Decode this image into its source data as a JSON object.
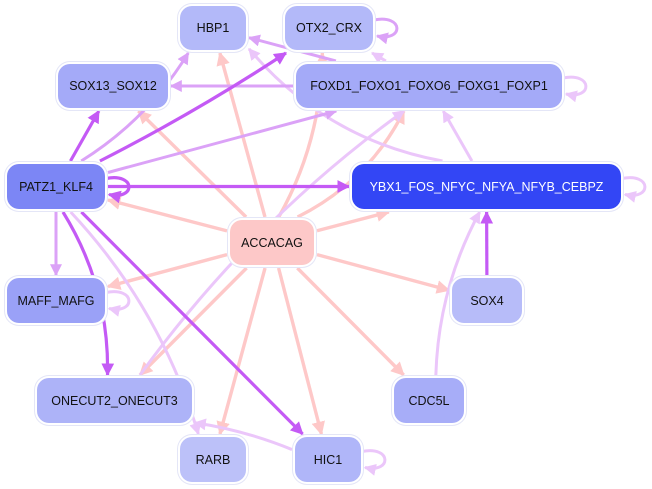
{
  "diagram": {
    "type": "gene-regulatory-network",
    "nodes": [
      {
        "id": "HBP1",
        "label": "HBP1",
        "fill": "#b3b9f9",
        "text": "#111111"
      },
      {
        "id": "OTX2_CRX",
        "label": "OTX2_CRX",
        "fill": "#b3b9f9",
        "text": "#111111"
      },
      {
        "id": "SOX13_SOX12",
        "label": "SOX13_SOX12",
        "fill": "#a4aaf8",
        "text": "#111111"
      },
      {
        "id": "FOXD1",
        "label": "FOXD1_FOXO1_FOXO6_FOXG1_FOXP1",
        "fill": "#a4aaf8",
        "text": "#111111"
      },
      {
        "id": "PATZ1_KLF4",
        "label": "PATZ1_KLF4",
        "fill": "#7c86f5",
        "text": "#111111"
      },
      {
        "id": "YBX1",
        "label": "YBX1_FOS_NFYC_NFYA_NFYB_CEBPZ",
        "fill": "#3346f5",
        "text": "#ffffff"
      },
      {
        "id": "ACCACAG",
        "label": "ACCACAG",
        "fill": "#fdc8c8",
        "text": "#111111"
      },
      {
        "id": "MAFF_MAFG",
        "label": "MAFF_MAFG",
        "fill": "#9aa1f7",
        "text": "#111111"
      },
      {
        "id": "SOX4",
        "label": "SOX4",
        "fill": "#b7bcf9",
        "text": "#111111"
      },
      {
        "id": "ONECUT2_ONECUT3",
        "label": "ONECUT2_ONECUT3",
        "fill": "#adb3f8",
        "text": "#111111"
      },
      {
        "id": "CDC5L",
        "label": "CDC5L",
        "fill": "#a7adf8",
        "text": "#111111"
      },
      {
        "id": "RARB",
        "label": "RARB",
        "fill": "#bcc1f9",
        "text": "#111111"
      },
      {
        "id": "HIC1",
        "label": "HIC1",
        "fill": "#b0b6f9",
        "text": "#111111"
      }
    ],
    "edge_colors": {
      "strong": "#c45af5",
      "medium": "#dba2f7",
      "weak": "#ebc6fa",
      "motif": "#fec8c8"
    },
    "edges": [
      {
        "from": "ACCACAG",
        "to": "HBP1",
        "kind": "motif"
      },
      {
        "from": "ACCACAG",
        "to": "OTX2_CRX",
        "kind": "motif"
      },
      {
        "from": "ACCACAG",
        "to": "SOX13_SOX12",
        "kind": "motif"
      },
      {
        "from": "ACCACAG",
        "to": "FOXD1",
        "kind": "motif"
      },
      {
        "from": "ACCACAG",
        "to": "PATZ1_KLF4",
        "kind": "motif"
      },
      {
        "from": "ACCACAG",
        "to": "YBX1",
        "kind": "motif"
      },
      {
        "from": "ACCACAG",
        "to": "MAFF_MAFG",
        "kind": "motif"
      },
      {
        "from": "ACCACAG",
        "to": "SOX4",
        "kind": "motif"
      },
      {
        "from": "ACCACAG",
        "to": "ONECUT2_ONECUT3",
        "kind": "motif"
      },
      {
        "from": "ACCACAG",
        "to": "CDC5L",
        "kind": "motif"
      },
      {
        "from": "ACCACAG",
        "to": "RARB",
        "kind": "motif"
      },
      {
        "from": "ACCACAG",
        "to": "HIC1",
        "kind": "motif"
      },
      {
        "from": "PATZ1_KLF4",
        "to": "PATZ1_KLF4",
        "kind": "strong"
      },
      {
        "from": "PATZ1_KLF4",
        "to": "SOX13_SOX12",
        "kind": "strong"
      },
      {
        "from": "PATZ1_KLF4",
        "to": "OTX2_CRX",
        "kind": "strong"
      },
      {
        "from": "PATZ1_KLF4",
        "to": "HBP1",
        "kind": "medium"
      },
      {
        "from": "PATZ1_KLF4",
        "to": "FOXD1",
        "kind": "medium"
      },
      {
        "from": "PATZ1_KLF4",
        "to": "YBX1",
        "kind": "strong"
      },
      {
        "from": "PATZ1_KLF4",
        "to": "MAFF_MAFG",
        "kind": "medium"
      },
      {
        "from": "PATZ1_KLF4",
        "to": "ONECUT2_ONECUT3",
        "kind": "strong"
      },
      {
        "from": "PATZ1_KLF4",
        "to": "HIC1",
        "kind": "strong"
      },
      {
        "from": "PATZ1_KLF4",
        "to": "RARB",
        "kind": "weak"
      },
      {
        "from": "FOXD1",
        "to": "FOXD1",
        "kind": "weak"
      },
      {
        "from": "FOXD1",
        "to": "SOX13_SOX12",
        "kind": "medium"
      },
      {
        "from": "FOXD1",
        "to": "HBP1",
        "kind": "medium"
      },
      {
        "from": "FOXD1",
        "to": "OTX2_CRX",
        "kind": "weak"
      },
      {
        "from": "OTX2_CRX",
        "to": "OTX2_CRX",
        "kind": "medium"
      },
      {
        "from": "YBX1",
        "to": "YBX1",
        "kind": "weak"
      },
      {
        "from": "YBX1",
        "to": "FOXD1",
        "kind": "weak"
      },
      {
        "from": "YBX1",
        "to": "HBP1",
        "kind": "weak"
      },
      {
        "from": "SOX4",
        "to": "YBX1",
        "kind": "strong"
      },
      {
        "from": "CDC5L",
        "to": "YBX1",
        "kind": "weak"
      },
      {
        "from": "ONECUT2_ONECUT3",
        "to": "FOXD1",
        "kind": "weak"
      },
      {
        "from": "MAFF_MAFG",
        "to": "MAFF_MAFG",
        "kind": "weak"
      },
      {
        "from": "HIC1",
        "to": "HIC1",
        "kind": "weak"
      },
      {
        "from": "HIC1",
        "to": "ONECUT2_ONECUT3",
        "kind": "weak"
      }
    ]
  }
}
